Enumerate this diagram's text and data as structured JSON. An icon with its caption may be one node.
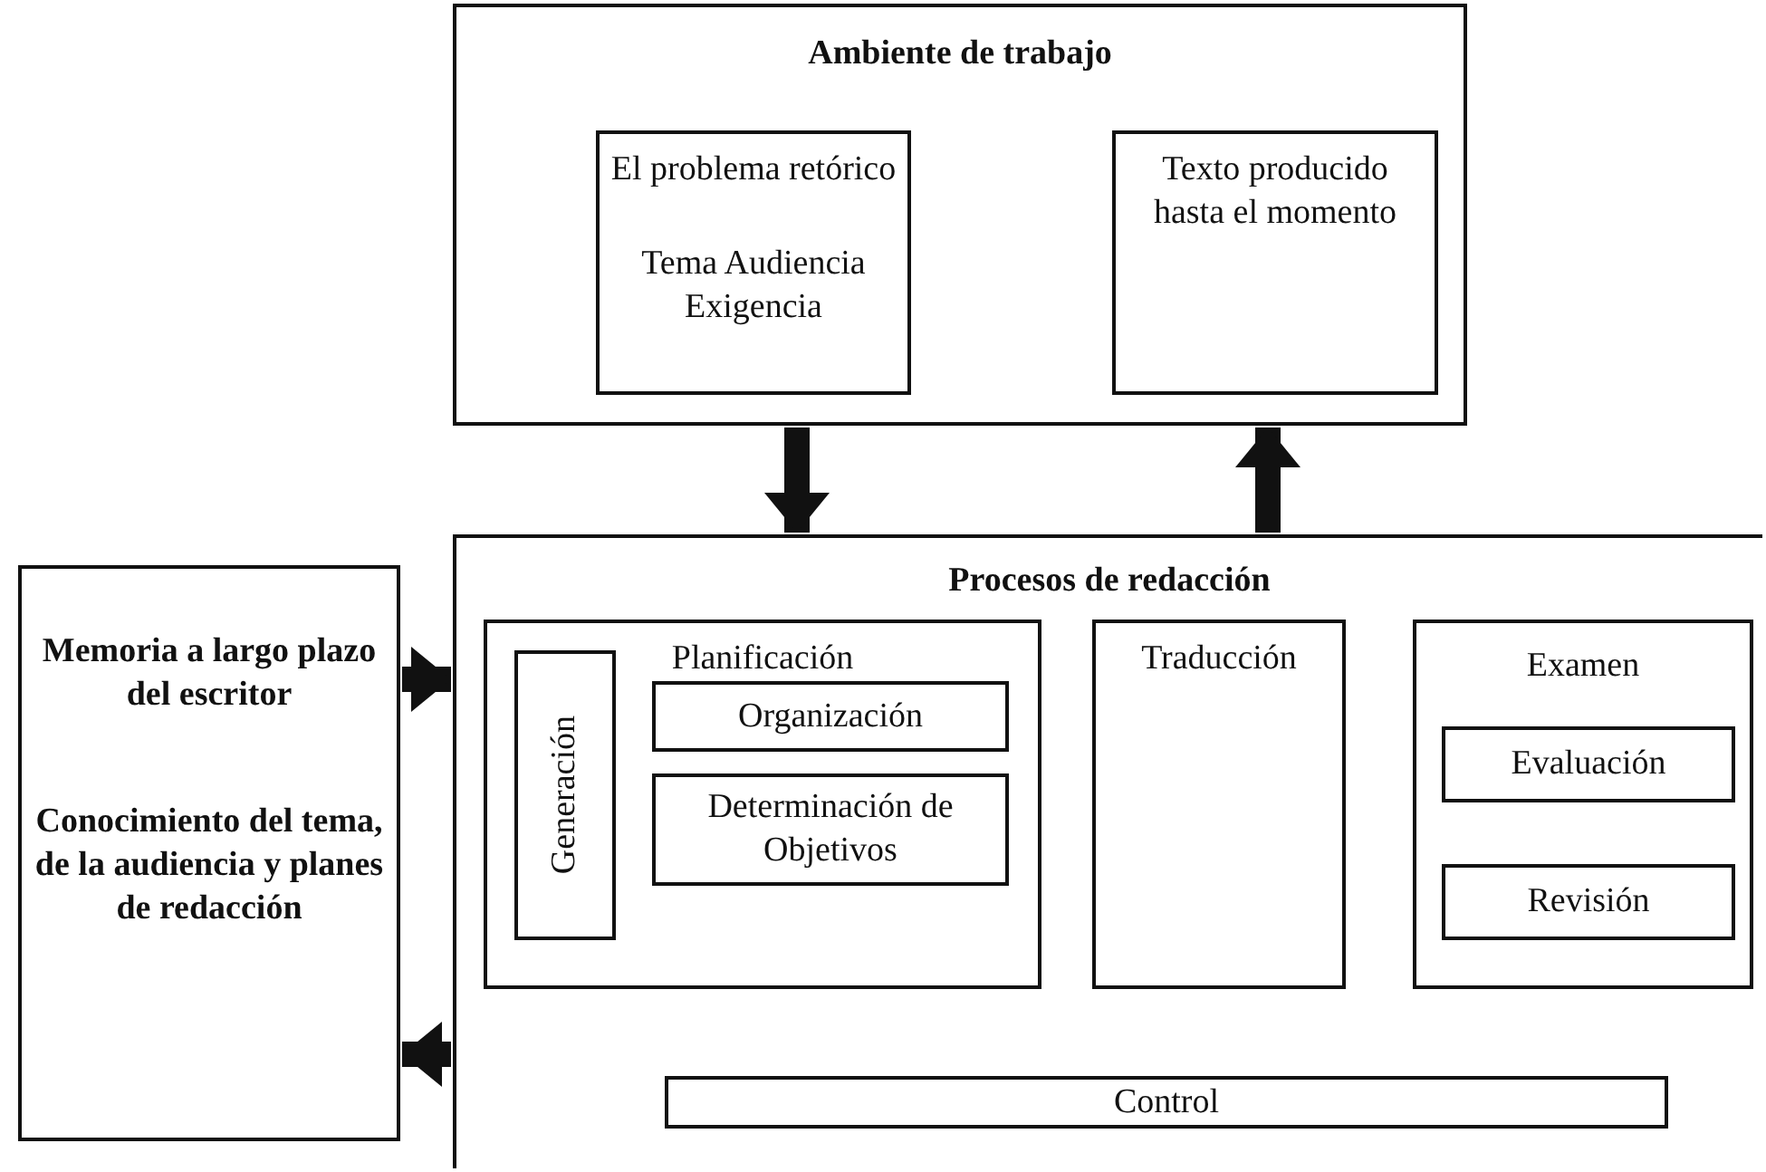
{
  "diagram": {
    "nodes": [
      {
        "text": [
          "Ambiente de trabajo"
        ]
      },
      {
        "text": [
          "El problema retórico",
          "Tema Audiencia Exigencia"
        ],
        "in": 0
      },
      {
        "text": [
          "Texto producido hasta el momento"
        ],
        "in": 0
      },
      {
        "text": [
          "Procesos de redacción"
        ]
      },
      {
        "text": [
          "Planificación"
        ],
        "in": 3
      },
      {
        "text": [
          "Generación"
        ],
        "in": 4
      },
      {
        "text": [
          "Organización"
        ],
        "in": 4
      },
      {
        "text": [
          "Determinación de Objetivos"
        ],
        "in": 4
      },
      {
        "text": [
          "Traducción"
        ],
        "in": 3
      },
      {
        "text": [
          "Examen"
        ],
        "in": 3
      },
      {
        "text": [
          "Evaluación"
        ],
        "in": 9
      },
      {
        "text": [
          "Revisión"
        ],
        "in": 9
      },
      {
        "text": [
          "Control"
        ],
        "in": 3
      },
      {
        "text": [
          "Memoria a largo plazo del escritor",
          "Conocimiento del tema, de la audiencia y planes de redacción"
        ]
      }
    ],
    "edges": [
      {
        "from": 0,
        "to": 3,
        "arrow": "to"
      },
      {
        "from": 3,
        "to": 0,
        "arrow": "to"
      },
      {
        "from": 13,
        "to": 3,
        "arrow": "to"
      },
      {
        "from": 3,
        "to": 13,
        "arrow": "to"
      }
    ]
  }
}
